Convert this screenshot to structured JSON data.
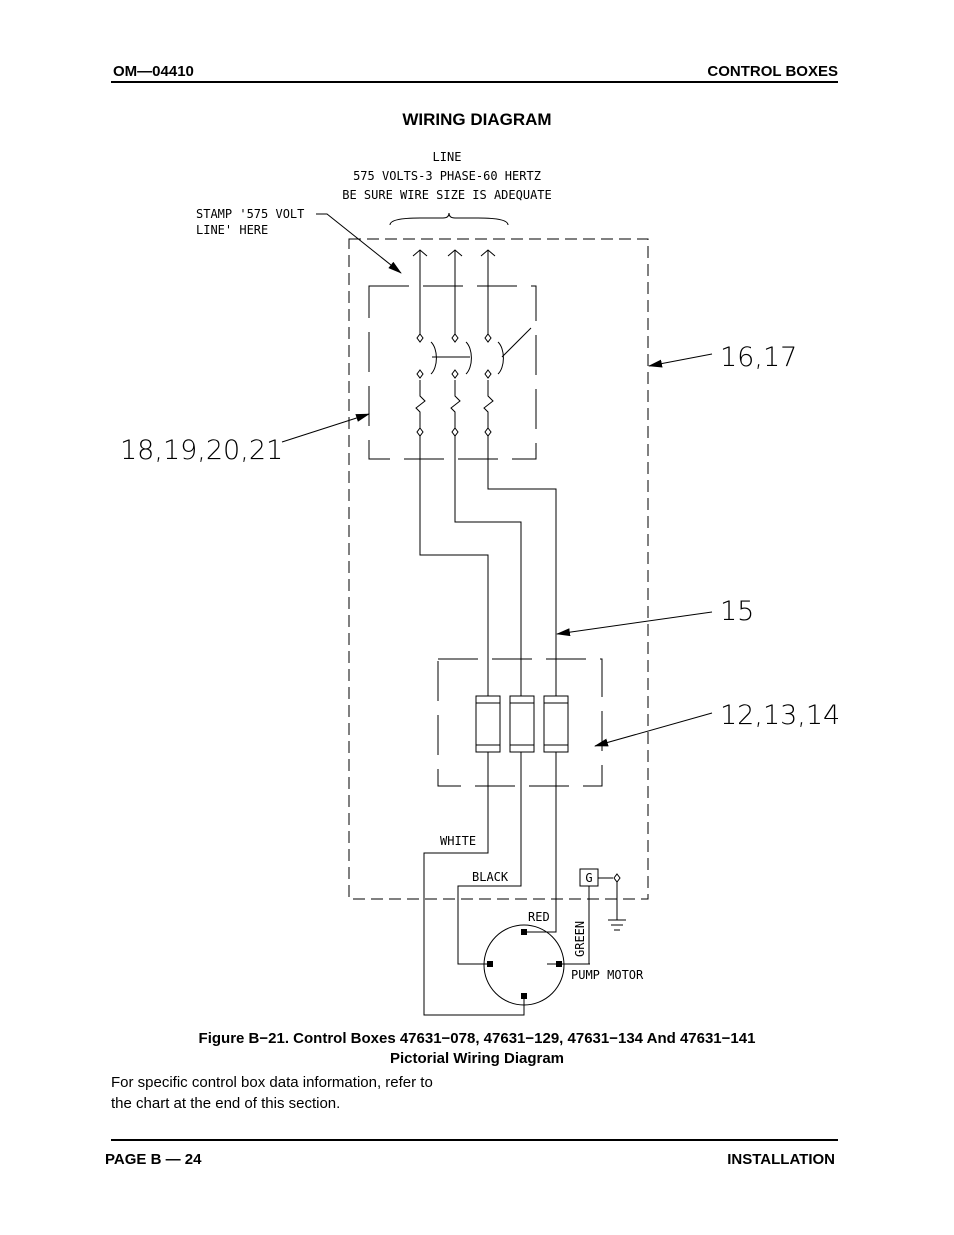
{
  "header": {
    "left": "OM—04410",
    "right": "CONTROL BOXES"
  },
  "title": "WIRING DIAGRAM",
  "diagram": {
    "line_label_1": "LINE",
    "line_label_2": "575 VOLTS-3 PHASE-60 HERTZ",
    "line_label_3": "BE SURE WIRE SIZE IS ADEQUATE",
    "stamp_label_1": "STAMP '575 VOLT",
    "stamp_label_2": "LINE' HERE",
    "callout_box": "16,17",
    "callout_breaker": "18,19,20,21",
    "callout_wire": "15",
    "callout_fuses": "12,13,14",
    "wire_white": "WHITE",
    "wire_black": "BLACK",
    "wire_red": "RED",
    "wire_green": "GREEN",
    "ground_box": "G",
    "motor_label": "PUMP MOTOR"
  },
  "caption": {
    "line1": "Figure B−21.  Control Boxes 47631−078, 47631−129, 47631−134 And 47631−141",
    "line2": "Pictorial Wiring Diagram"
  },
  "body_text": {
    "line1": "For specific control box data information, refer to",
    "line2": "the chart at the end of this section."
  },
  "footer": {
    "left": "PAGE B — 24",
    "right": "INSTALLATION"
  }
}
